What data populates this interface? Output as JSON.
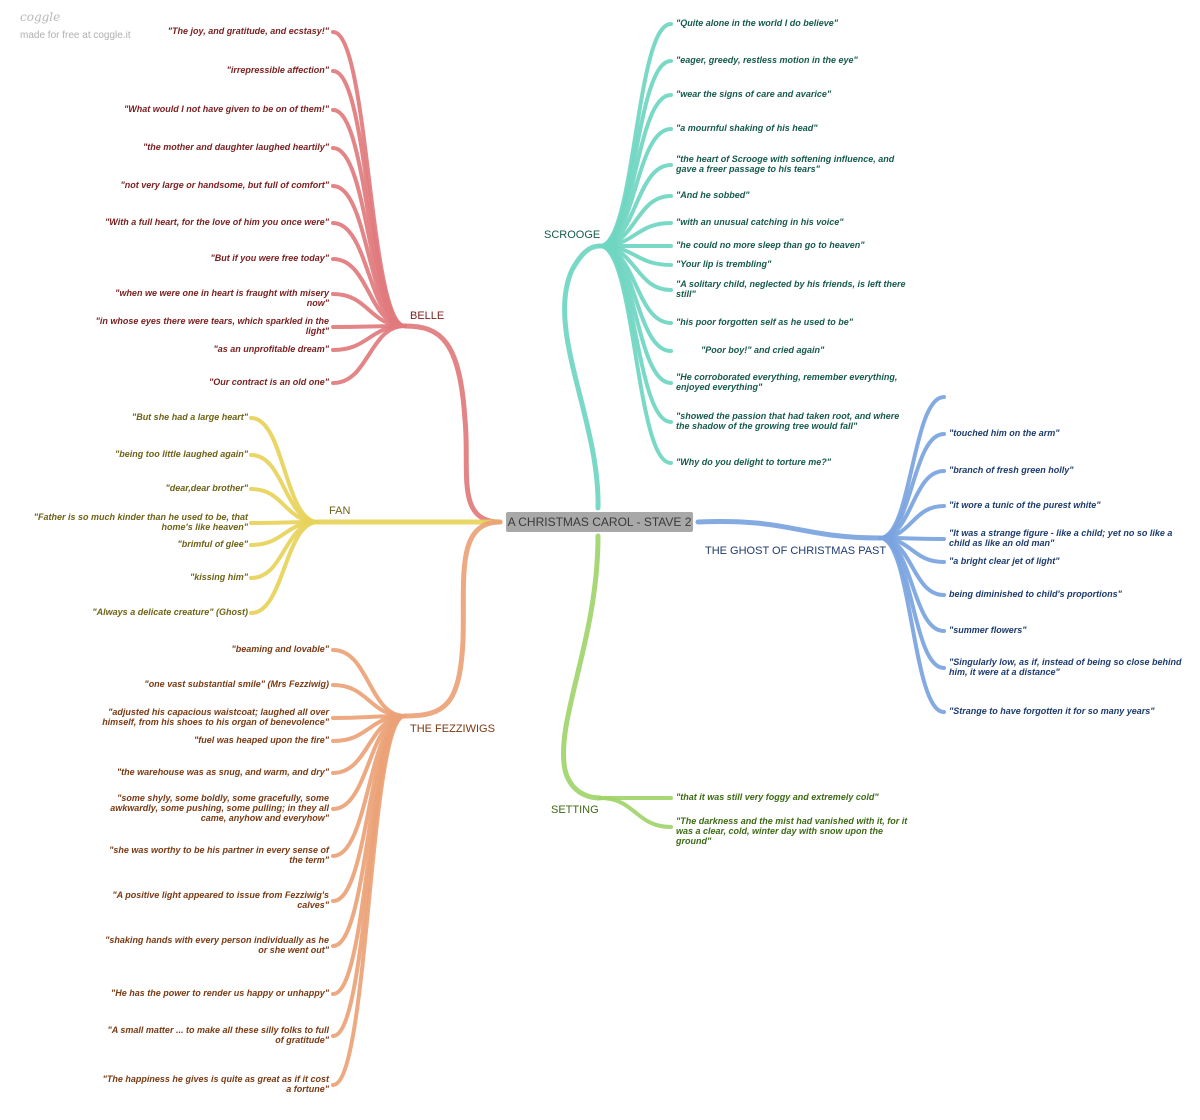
{
  "brand": {
    "logo": "coggle",
    "tagline": "made for free at coggle.it"
  },
  "center": {
    "label": "A CHRISTMAS CAROL - STAVE 2"
  },
  "branches": {
    "belle": {
      "label": "BELLE",
      "color": "#e17a7d",
      "text_color": "#7a1e1e",
      "items": [
        "\"The joy, and gratitude, and ecstasy!\"",
        "\"irrepressible affection\"",
        "\"What would I not have given to be on of them!\"",
        "\"the mother and daughter laughed heartily\"",
        "\"not very large or handsome, but full of comfort\"",
        "\"With a full heart, for the love of him you once were\"",
        "\"But if you were free today\"",
        "\"when we were one in heart is fraught with misery now\"",
        "\"in whose eyes there were tears, which sparkled in the light\"",
        "\"as an unprofitable dream\"",
        "\"Our contract is an old one\""
      ]
    },
    "fan": {
      "label": "FAN",
      "color": "#e7d35a",
      "text_color": "#6e6216",
      "items": [
        "\"But she had a large heart\"",
        "\"being too little laughed again\"",
        "\"dear,dear brother\"",
        "\"Father is so much kinder than he used to be, that home's like heaven\"",
        "\"brimful of glee\"",
        "\"kissing him\"",
        "\"Always a delicate creature\" (Ghost)"
      ]
    },
    "fezziwigs": {
      "label": "THE FEZZIWIGS",
      "color": "#eca276",
      "text_color": "#7a3a12",
      "items": [
        "\"beaming and lovable\"",
        "\"one vast substantial smile\" (Mrs Fezziwig)",
        "\"adjusted his capacious waistcoat; laughed all over himself, from his shoes to his organ of benevolence\"",
        "\"fuel was heaped upon the fire\"",
        "\"the warehouse was as snug, and warm, and dry\"",
        "\"some shyly, some boldly, some gracefully, some awkwardly, some pushing, some pulling; in they all came, anyhow and everyhow\"",
        "\"she was worthy to be his partner in every sense of the term\"",
        "\"A positive light appeared to issue from Fezziwig's calves\"",
        "\"shaking hands with every person individually as he or she went out\"",
        "\"He has the power to render us happy or unhappy\"",
        "\"A small matter ... to make all these silly folks to full of gratitude\"",
        "\"The happiness he gives is quite as great as if it cost a fortune\""
      ]
    },
    "scrooge": {
      "label": "SCROOGE",
      "color": "#6fd6c1",
      "text_color": "#155a4d",
      "items": [
        "\"Quite alone in the world I do believe\"",
        "\"eager, greedy, restless motion in the eye\"",
        "\"wear the signs of care and avarice\"",
        "\"a mournful shaking of his head\"",
        "\"the heart of Scrooge with softening influence, and gave a freer passage to his tears\"",
        "\"And he sobbed\"",
        "\"with an unusual catching in his voice\"",
        "\"he could no more sleep than go to heaven\"",
        "\"Your lip is trembling\"",
        "\"A solitary child, neglected by his friends, is left there still\"",
        "\"his poor forgotten self as he used to be\"",
        "\"Poor boy!\" and cried again\"",
        "\"He corroborated everything, remember everything, enjoyed everything\"",
        "\"showed the passion that had taken root, and where the shadow of the growing tree would fall\"",
        "\"Why do you delight to torture me?\""
      ]
    },
    "ghost": {
      "label": "THE GHOST OF CHRISTMAS PAST",
      "color": "#79a3e0",
      "text_color": "#1c3b6e",
      "items": [
        "",
        "\"touched him on the arm\"",
        "\"branch of fresh green holly\"",
        "\"it wore a tunic of the purest white\"",
        "\"It was a strange figure - like a child; yet no so like a child as like an old man\"",
        "\"a bright clear jet of light\"",
        "being diminished to child's proportions\"",
        "\"summer flowers\"",
        "\"Singularly low, as if, instead of being so close behind him, it were at a distance\"",
        "\"Strange to have forgotten it for so many years\""
      ]
    },
    "setting": {
      "label": "SETTING",
      "color": "#9fd46a",
      "text_color": "#3d6a14",
      "items": [
        "\"that it was still very foggy and extremely cold\"",
        "\"The darkness and the mist had vanished with it, for it was a clear, cold, winter day with snow upon the ground\""
      ]
    }
  }
}
